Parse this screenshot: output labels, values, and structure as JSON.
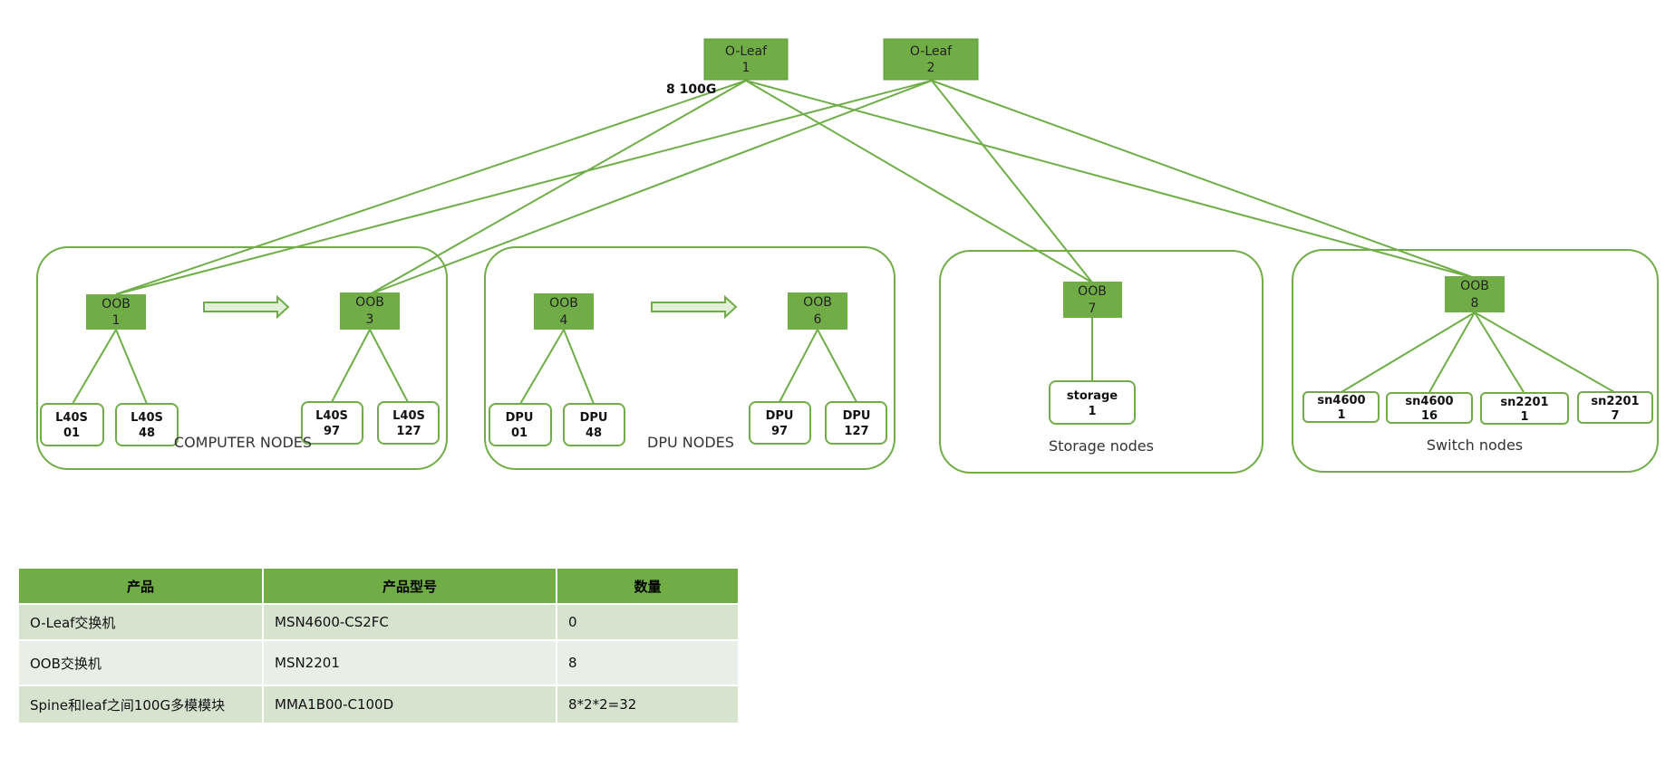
{
  "colors": {
    "accent": "#70ad47",
    "line": "#6fae47",
    "arrow_fill": "#e2efd9",
    "row_dark": "#d6e3cf",
    "row_light": "#e9efe6"
  },
  "leafs": [
    {
      "title": "O-Leaf",
      "num": "1"
    },
    {
      "title": "O-Leaf",
      "num": "2"
    }
  ],
  "link_label": "8 100G",
  "groups": {
    "computer": {
      "label": "COMPUTER NODES",
      "oobs": [
        {
          "title": "OOB",
          "num": "1"
        },
        {
          "title": "OOB",
          "num": "3"
        }
      ],
      "nodes": [
        {
          "top": "L40S",
          "bottom": "01"
        },
        {
          "top": "L40S",
          "bottom": "48"
        },
        {
          "top": "L40S",
          "bottom": "97"
        },
        {
          "top": "L40S",
          "bottom": "127"
        }
      ]
    },
    "dpu": {
      "label": "DPU NODES",
      "oobs": [
        {
          "title": "OOB",
          "num": "4"
        },
        {
          "title": "OOB",
          "num": "6"
        }
      ],
      "nodes": [
        {
          "top": "DPU",
          "bottom": "01"
        },
        {
          "top": "DPU",
          "bottom": "48"
        },
        {
          "top": "DPU",
          "bottom": "97"
        },
        {
          "top": "DPU",
          "bottom": "127"
        }
      ]
    },
    "storage": {
      "label": "Storage nodes",
      "oob": {
        "title": "OOB",
        "num": "7"
      },
      "node": {
        "top": "storage",
        "bottom": "1"
      }
    },
    "switch": {
      "label": "Switch nodes",
      "oob": {
        "title": "OOB",
        "num": "8"
      },
      "nodes": [
        {
          "top": "sn4600",
          "bottom": "1"
        },
        {
          "top": "sn4600",
          "bottom": "16"
        },
        {
          "top": "sn2201",
          "bottom": "1"
        },
        {
          "top": "sn2201",
          "bottom": "7"
        }
      ]
    }
  },
  "table": {
    "headers": [
      "产品",
      "产品型号",
      "数量"
    ],
    "rows": [
      [
        "O-Leaf交换机",
        "MSN4600-CS2FC",
        "0"
      ],
      [
        "OOB交换机",
        "MSN2201",
        "8"
      ],
      [
        "Spine和leaf之间100G多模模块",
        "MMA1B00-C100D",
        "8*2*2=32"
      ]
    ]
  }
}
